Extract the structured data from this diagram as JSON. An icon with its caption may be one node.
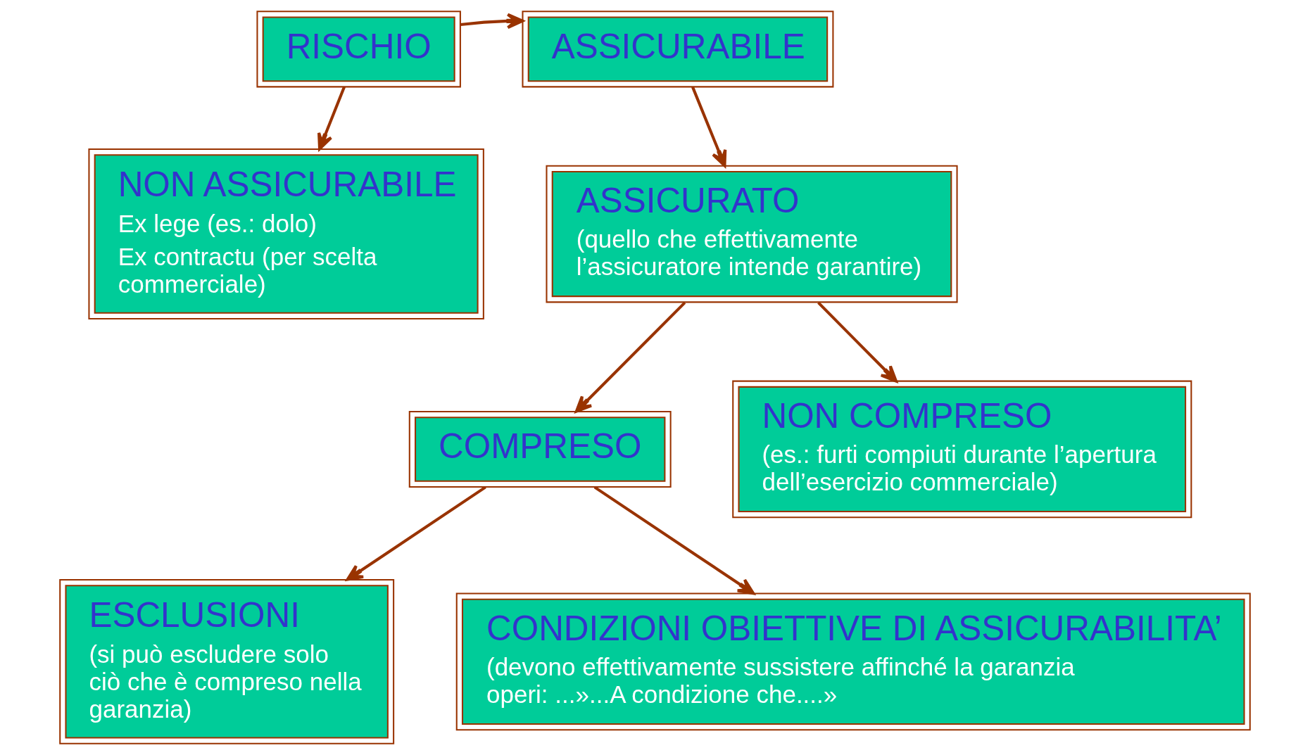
{
  "diagram": {
    "nodes": [
      {
        "text": [
          "RISCHIO"
        ]
      },
      {
        "text": [
          "ASSICURABILE"
        ]
      },
      {
        "text": [
          "NON ASSICURABILE",
          "Ex lege (es.: dolo)",
          "Ex contractu (per scelta commerciale)"
        ]
      },
      {
        "text": [
          "ASSICURATO",
          "(quello che effettivamente l’assicuratore intende garantire)"
        ]
      },
      {
        "text": [
          "COMPRESO"
        ]
      },
      {
        "text": [
          "NON COMPRESO",
          "(es.: furti compiuti durante l’apertura dell’esercizio commerciale)"
        ]
      },
      {
        "text": [
          "ESCLUSIONI",
          "(si può escludere solo ciò che è compreso nella garanzia)"
        ]
      },
      {
        "text": [
          "CONDIZIONI OBIETTIVE DI ASSICURABILITA’",
          "(devono effettivamente sussistere affinché la garanzia operi: ...»...A condizione che....»"
        ]
      }
    ],
    "edges": [
      {
        "from": 0,
        "to": 1,
        "arrow": "to"
      },
      {
        "from": 0,
        "to": 2,
        "arrow": "to"
      },
      {
        "from": 1,
        "to": 3,
        "arrow": "to"
      },
      {
        "from": 3,
        "to": 4,
        "arrow": "to"
      },
      {
        "from": 3,
        "to": 5,
        "arrow": "to"
      },
      {
        "from": 4,
        "to": 6,
        "arrow": "to"
      },
      {
        "from": 4,
        "to": 7,
        "arrow": "to"
      }
    ]
  }
}
